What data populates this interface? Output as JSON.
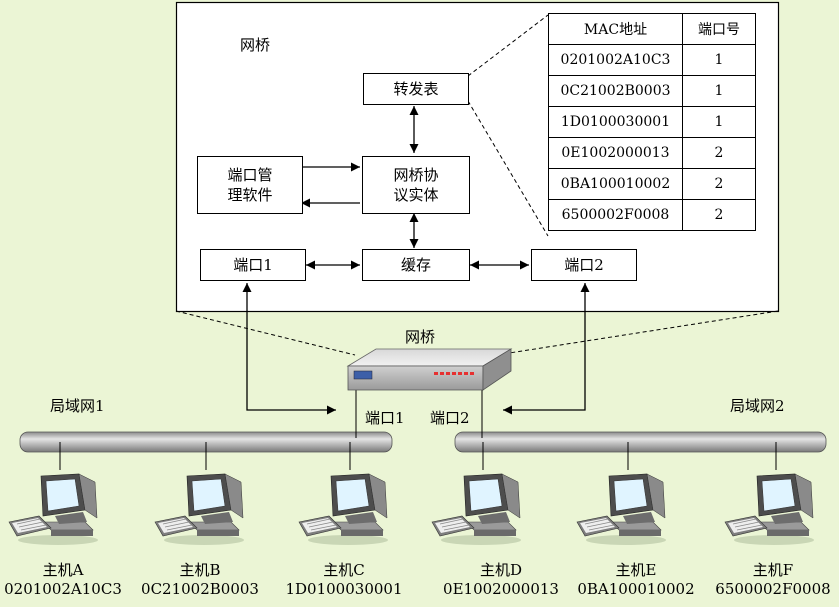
{
  "bridge_detail": {
    "title": "网桥",
    "forwarding_table": "转发表",
    "port_mgmt_line1": "端口管",
    "port_mgmt_line2": "理软件",
    "protocol_line1": "网桥协",
    "protocol_line2": "议实体",
    "buffer": "缓存",
    "port1": "端口1",
    "port2": "端口2"
  },
  "mac_table": {
    "headers": [
      "MAC地址",
      "端口号"
    ],
    "rows": [
      [
        "0201002A10C3",
        "1"
      ],
      [
        "0C21002B0003",
        "1"
      ],
      [
        "1D0100030001",
        "1"
      ],
      [
        "0E1002000013",
        "2"
      ],
      [
        "0BA100010002",
        "2"
      ],
      [
        "6500002F0008",
        "2"
      ]
    ]
  },
  "network": {
    "bridge_label": "网桥",
    "lan1": "局域网1",
    "lan2": "局域网2",
    "port1": "端口1",
    "port2": "端口2",
    "hosts": [
      {
        "name": "主机A",
        "mac": "0201002A10C3"
      },
      {
        "name": "主机B",
        "mac": "0C21002B0003"
      },
      {
        "name": "主机C",
        "mac": "1D0100030001"
      },
      {
        "name": "主机D",
        "mac": "0E1002000013"
      },
      {
        "name": "主机E",
        "mac": "0BA100010002"
      },
      {
        "name": "主机F",
        "mac": "6500002F0008"
      }
    ]
  },
  "colors": {
    "background": "#ebf5d5",
    "cable": "#b9b9b9",
    "computer": "#6e6e6e"
  }
}
